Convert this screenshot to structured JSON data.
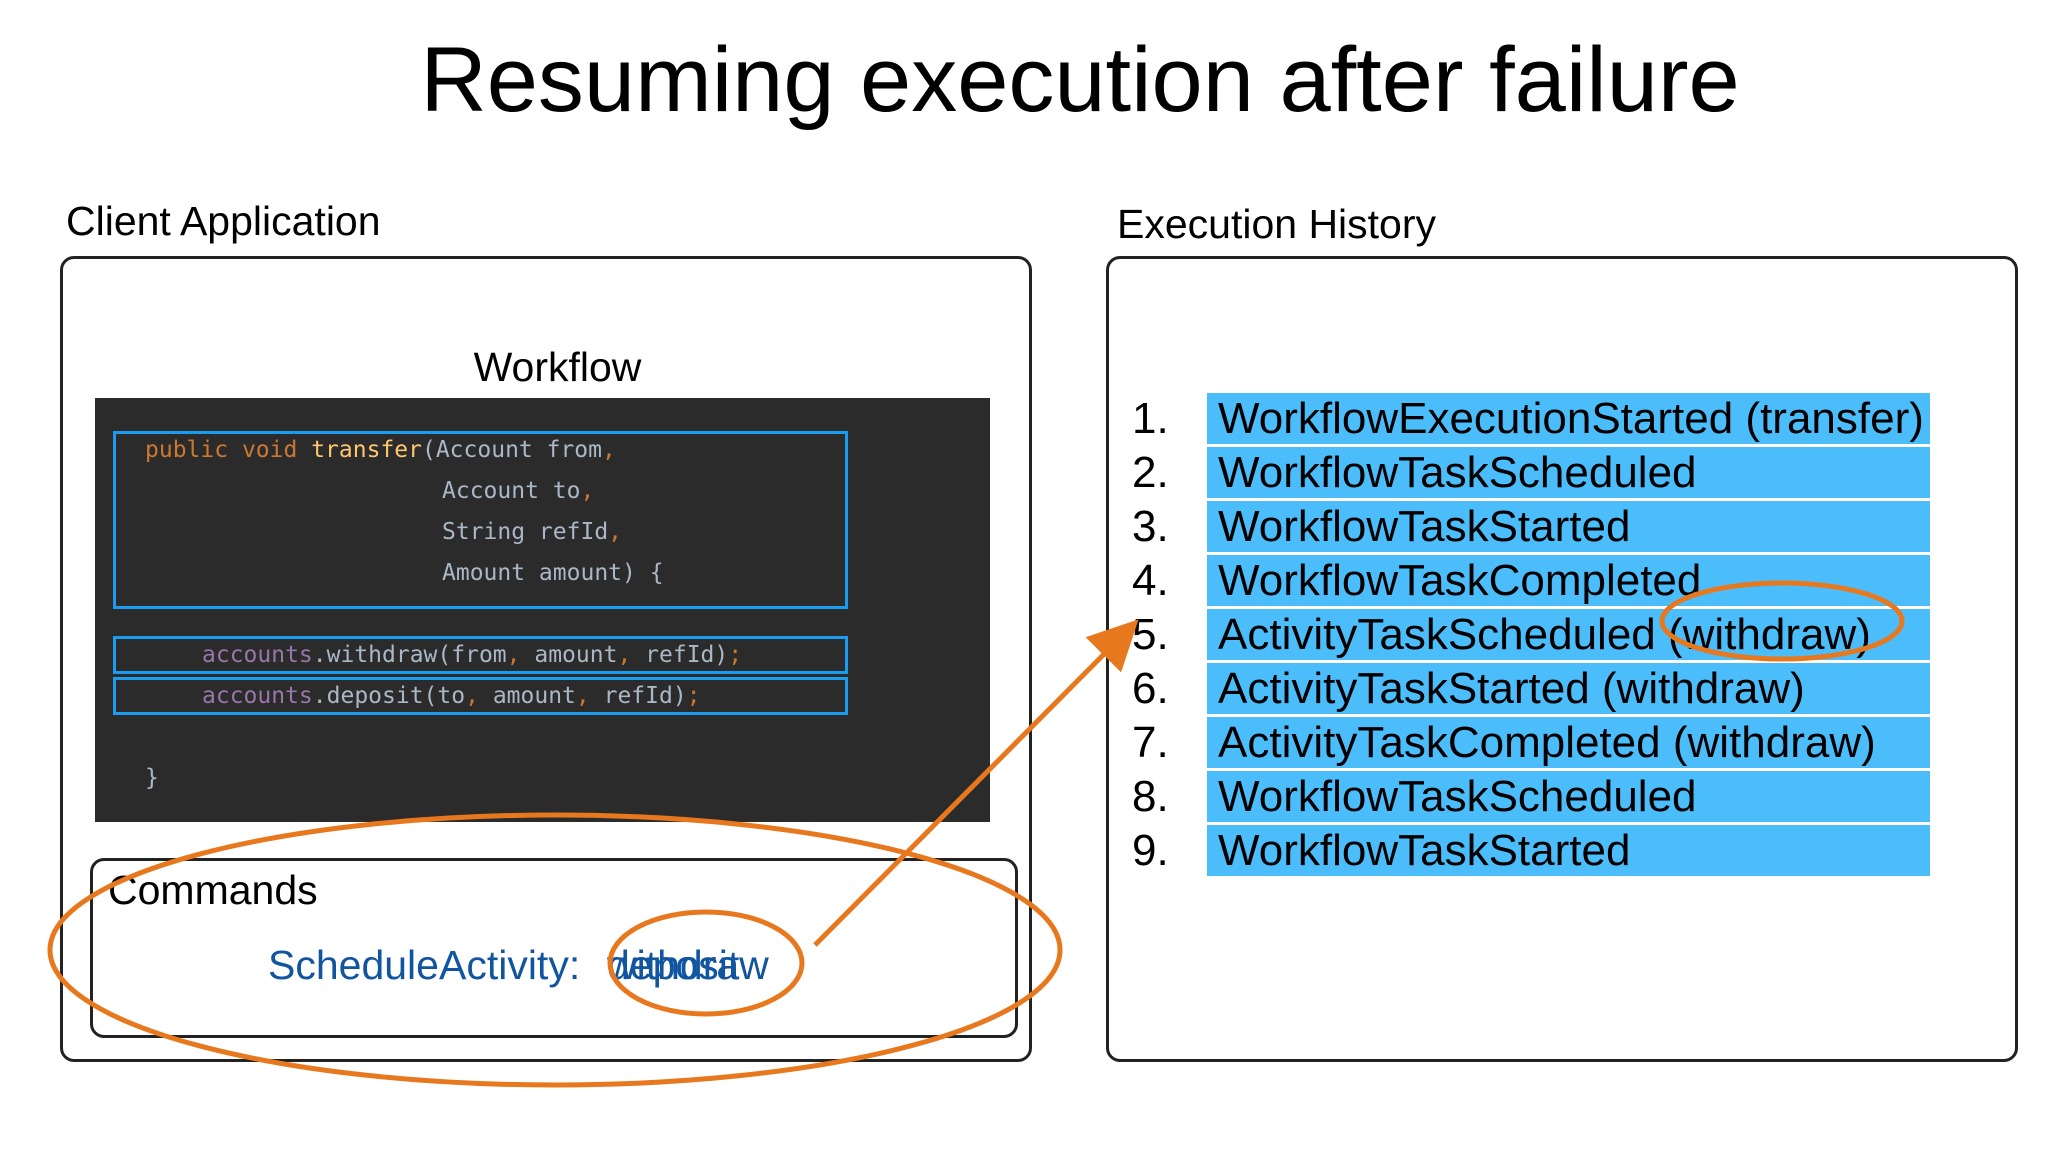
{
  "title": "Resuming execution after failure",
  "client": {
    "label": "Client Application",
    "workflow_label": "Workflow",
    "code": {
      "line1": {
        "kw1": "public",
        "kw2": "void",
        "fn": "transfer",
        "rest": "(Account from",
        "comma": ","
      },
      "line2": {
        "text": "Account to",
        "comma": ","
      },
      "line3": {
        "text": "String refId",
        "comma": ","
      },
      "line4": {
        "text": "Amount amount) {"
      },
      "line5": {
        "field": "accounts",
        "call": ".withdraw(from",
        "c1": ",",
        "a1": " amount",
        "c2": ",",
        "a2": " refId)",
        "semi": ";"
      },
      "line6": {
        "field": "accounts",
        "call": ".deposit(to",
        "c1": ",",
        "a1": " amount",
        "c2": ",",
        "a2": " refId)",
        "semi": ";"
      },
      "line7": {
        "text": "}"
      }
    },
    "commands": {
      "label": "Commands",
      "prefix": "ScheduleActivity: ",
      "value_a": "withdraw",
      "value_b": "deposit"
    }
  },
  "history": {
    "label": "Execution History",
    "items": [
      {
        "num": "1.",
        "text": "WorkflowExecutionStarted (transfer)"
      },
      {
        "num": "2.",
        "text": "WorkflowTaskScheduled"
      },
      {
        "num": "3.",
        "text": "WorkflowTaskStarted"
      },
      {
        "num": "4.",
        "text": "WorkflowTaskCompleted"
      },
      {
        "num": "5.",
        "text": "ActivityTaskScheduled (withdraw)"
      },
      {
        "num": "6.",
        "text": "ActivityTaskStarted (withdraw)"
      },
      {
        "num": "7.",
        "text": "ActivityTaskCompleted (withdraw)"
      },
      {
        "num": "8.",
        "text": "WorkflowTaskScheduled"
      },
      {
        "num": "9.",
        "text": "WorkflowTaskStarted"
      }
    ]
  },
  "colors": {
    "highlight_bar": "#4bbdfb",
    "code_box": "#1a9cf0",
    "annotation": "#e8781e",
    "command_text": "#1155a0",
    "code_bg": "#2b2b2b"
  }
}
